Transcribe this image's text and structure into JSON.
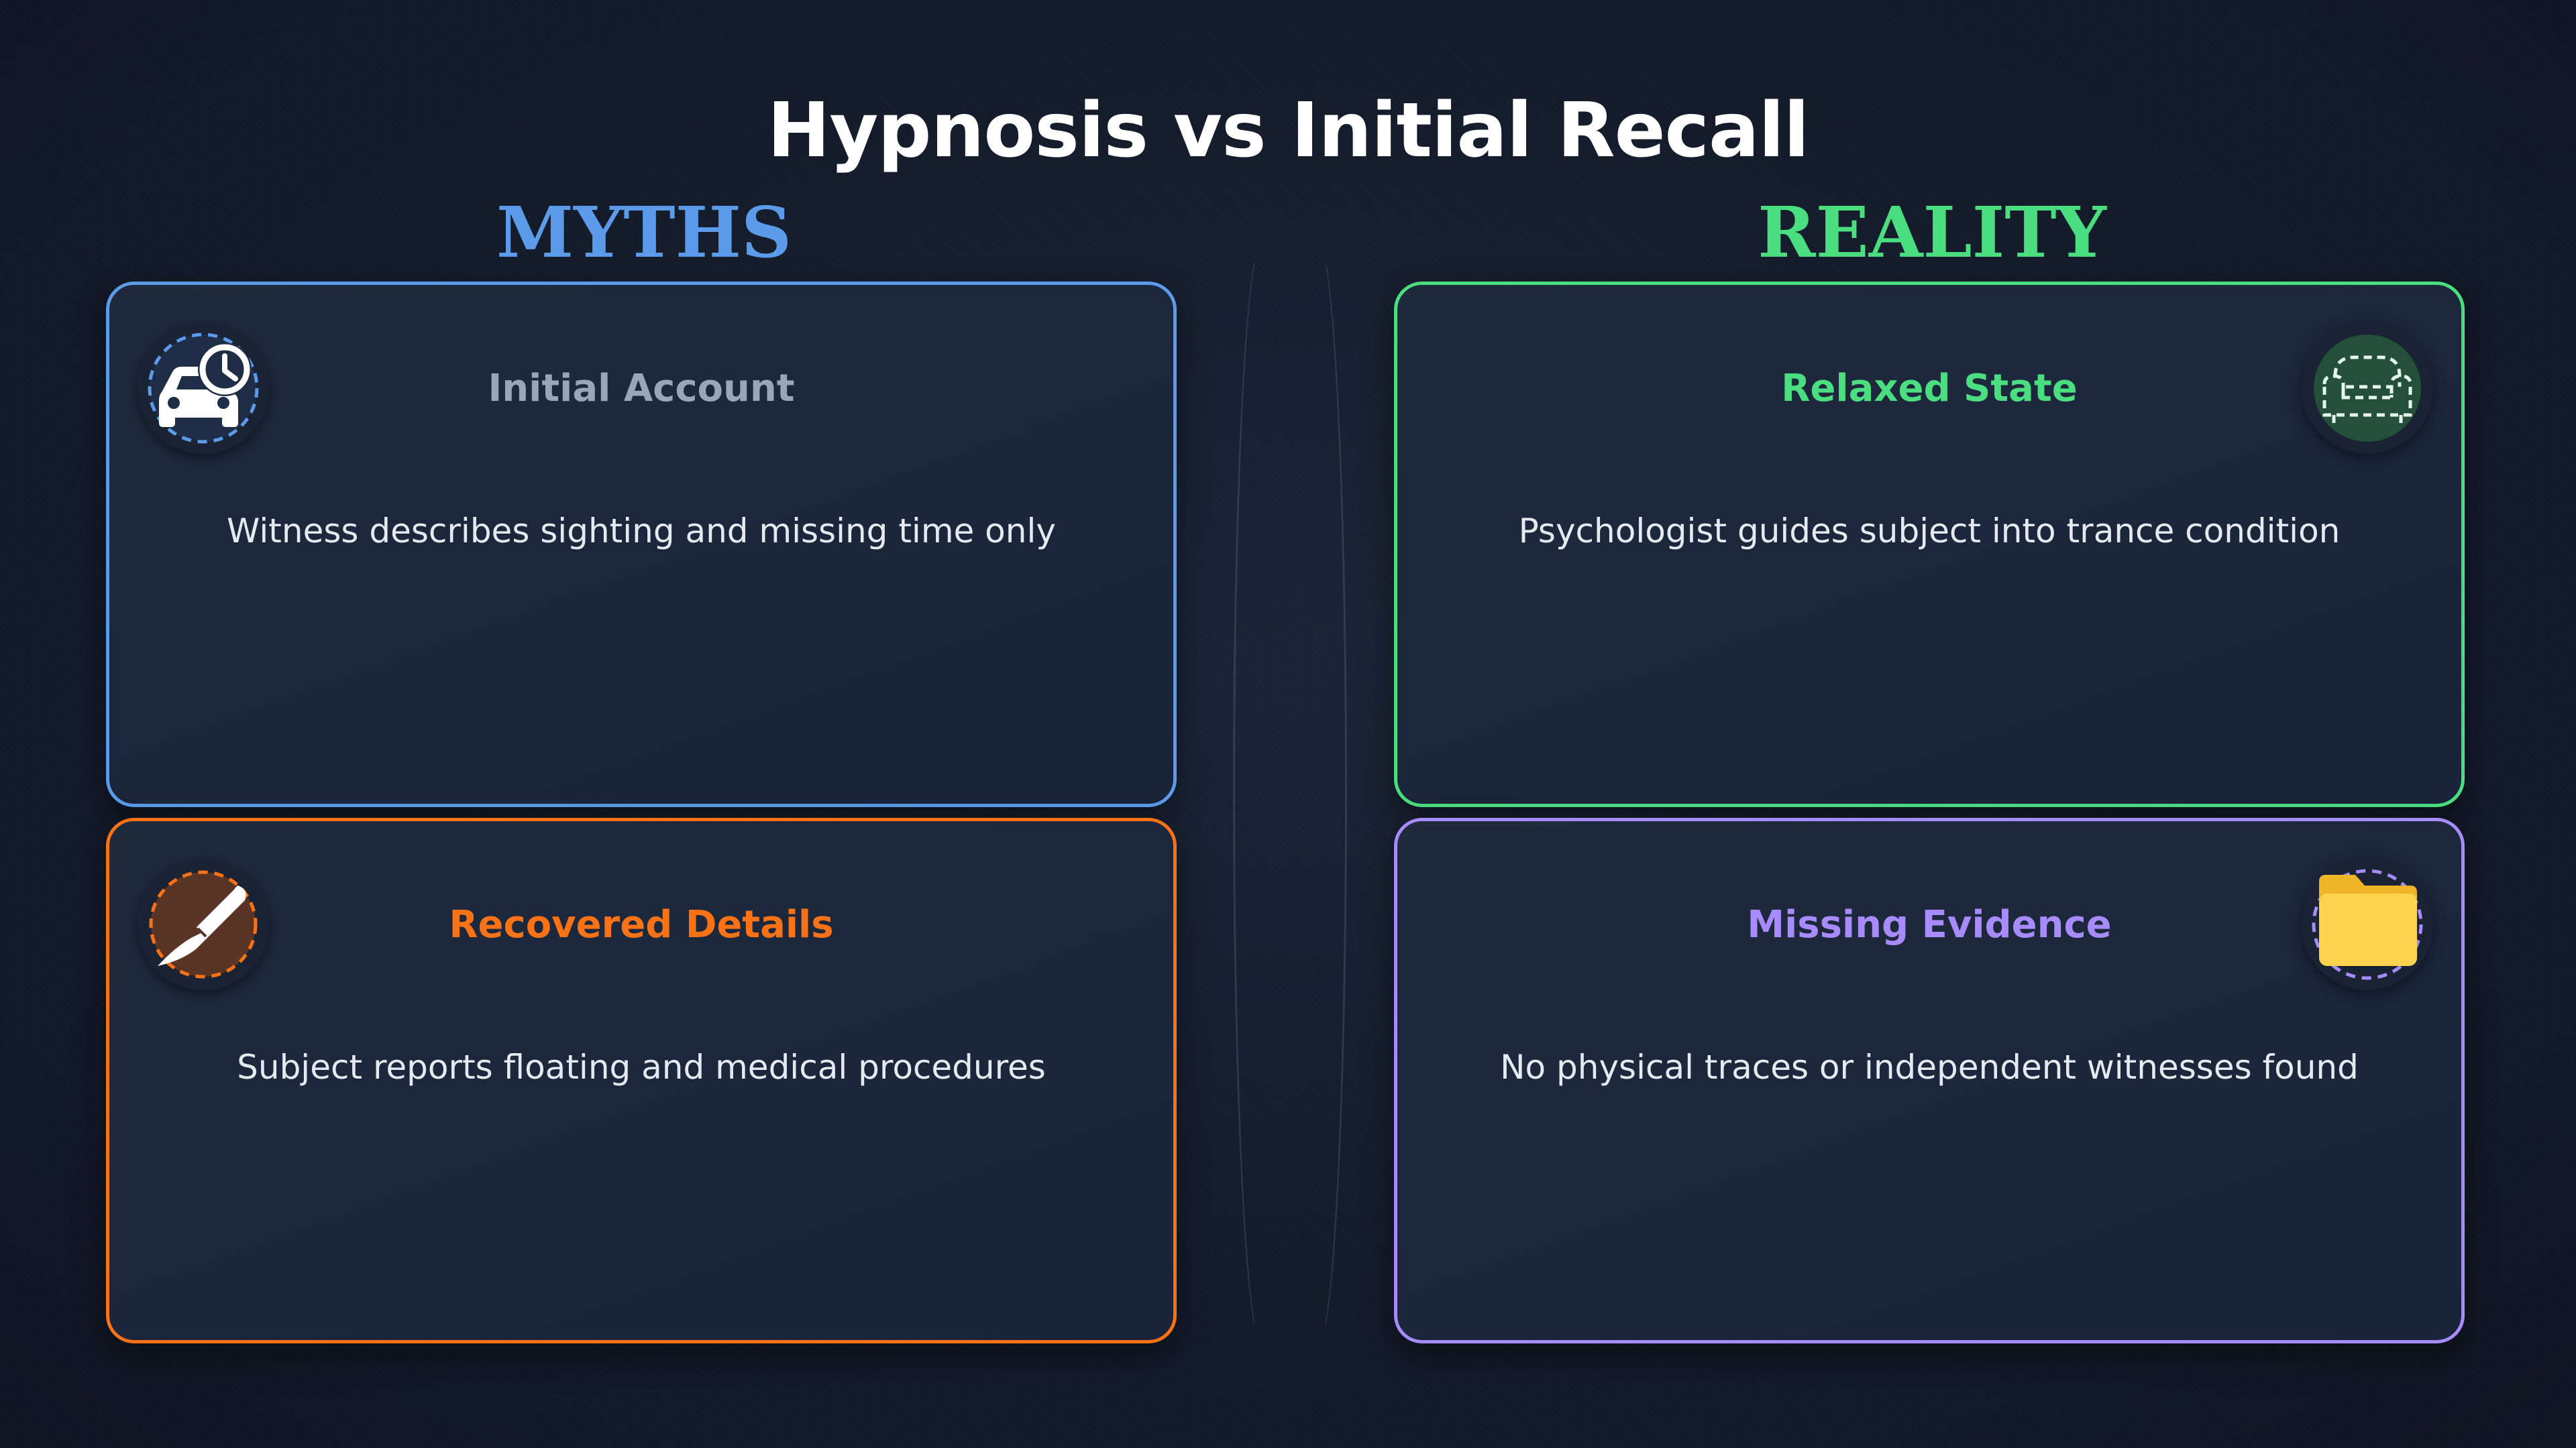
{
  "title": "Hypnosis vs Initial Recall",
  "columns": {
    "myths": {
      "heading": "MYTHS",
      "color": "#5b9bea"
    },
    "reality": {
      "heading": "REALITY",
      "color": "#4ade80"
    }
  },
  "cards": [
    {
      "title": "Initial Account",
      "description": "Witness describes sighting and missing time only",
      "icon": "car-clock-icon",
      "title_color": "#9aa6b8",
      "border_color": "#5b9bea"
    },
    {
      "title": "Recovered Details",
      "description": "Subject reports floating and medical procedures",
      "icon": "scalpel-icon",
      "title_color": "#f97316",
      "border_color": "#f97316"
    },
    {
      "title": "Relaxed State",
      "description": "Psychologist guides subject into trance condition",
      "icon": "couch-icon",
      "title_color": "#4ade80",
      "border_color": "#4ade80"
    },
    {
      "title": "Missing Evidence",
      "description": "No physical traces or independent witnesses found",
      "icon": "folder-icon",
      "title_color": "#a78bfa",
      "border_color": "#a78bfa"
    }
  ]
}
